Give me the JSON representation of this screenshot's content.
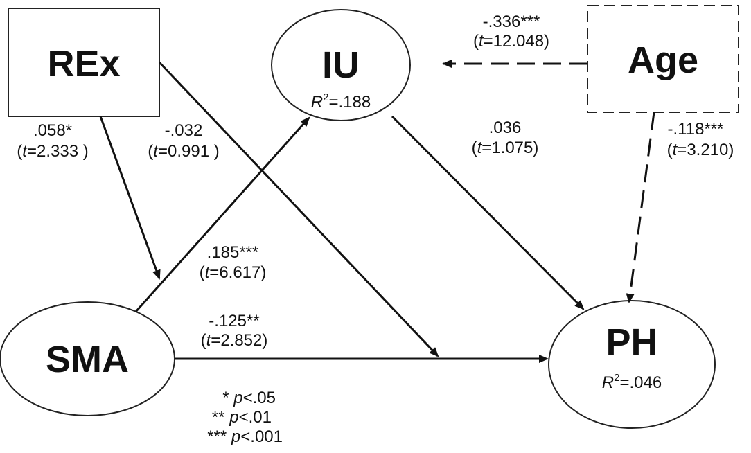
{
  "diagram": {
    "nodes": {
      "rex": {
        "label": "REx"
      },
      "iu": {
        "label": "IU",
        "r2_letter": "R",
        "r2_sup": "2",
        "r2_value": "=.188"
      },
      "age": {
        "label": "Age"
      },
      "sma": {
        "label": "SMA"
      },
      "ph": {
        "label": "PH",
        "r2_letter": "R",
        "r2_sup": "2",
        "r2_value": "=.046"
      }
    },
    "paths": {
      "rex_sma": {
        "coef": ".058*",
        "t_letter": "t",
        "t_value": "=2.333 )",
        "t_open": "("
      },
      "rex_ph": {
        "coef": "-.032",
        "t_letter": "t",
        "t_value": "=0.991 )",
        "t_open": "("
      },
      "age_iu": {
        "coef": "-.336***",
        "t_letter": "t",
        "t_value": "=12.048)",
        "t_open": "("
      },
      "iu_ph": {
        "coef": ".036",
        "t_letter": "t",
        "t_value": "=1.075)",
        "t_open": "("
      },
      "age_ph": {
        "coef": "-.118***",
        "t_letter": "t",
        "t_value": "=3.210)",
        "t_open": "("
      },
      "sma_iu": {
        "coef": ".185***",
        "t_letter": "t",
        "t_value": "=6.617)",
        "t_open": "("
      },
      "sma_ph": {
        "coef": "-.125**",
        "t_letter": "t",
        "t_value": "=2.852)",
        "t_open": "("
      }
    },
    "legend": {
      "line1_stars": "* ",
      "line1_p": "p",
      "line1_val": "<.05",
      "line2_stars": "** ",
      "line2_p": "p",
      "line2_val": "<.01",
      "line3_stars": "*** ",
      "line3_p": "p",
      "line3_val": "<.001"
    }
  }
}
